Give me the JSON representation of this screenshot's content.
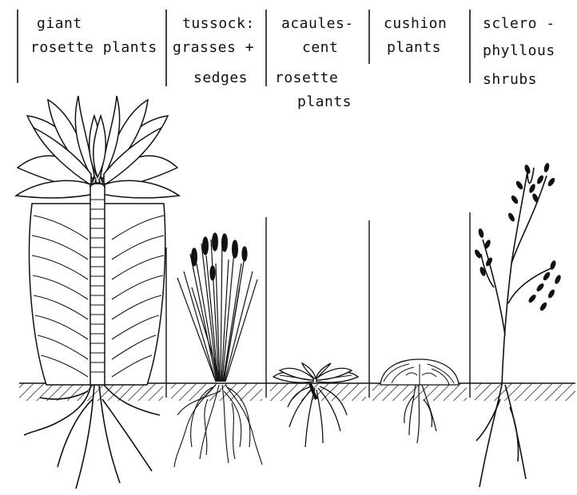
{
  "categories": [
    {
      "id": "giant-rosette",
      "lines": [
        "giant",
        "rosette plants"
      ]
    },
    {
      "id": "tussock",
      "lines": [
        "tussock:",
        "grasses +",
        "sedges"
      ]
    },
    {
      "id": "acaulescent",
      "lines": [
        "acaules-",
        "cent",
        "rosette",
        "plants"
      ]
    },
    {
      "id": "cushion",
      "lines": [
        "cushion",
        "plants"
      ]
    },
    {
      "id": "sclerophyllous",
      "lines": [
        "sclero -",
        "phyllous",
        "shrubs"
      ]
    }
  ],
  "colors": {
    "ink": "#111111",
    "paper": "#ffffff"
  }
}
